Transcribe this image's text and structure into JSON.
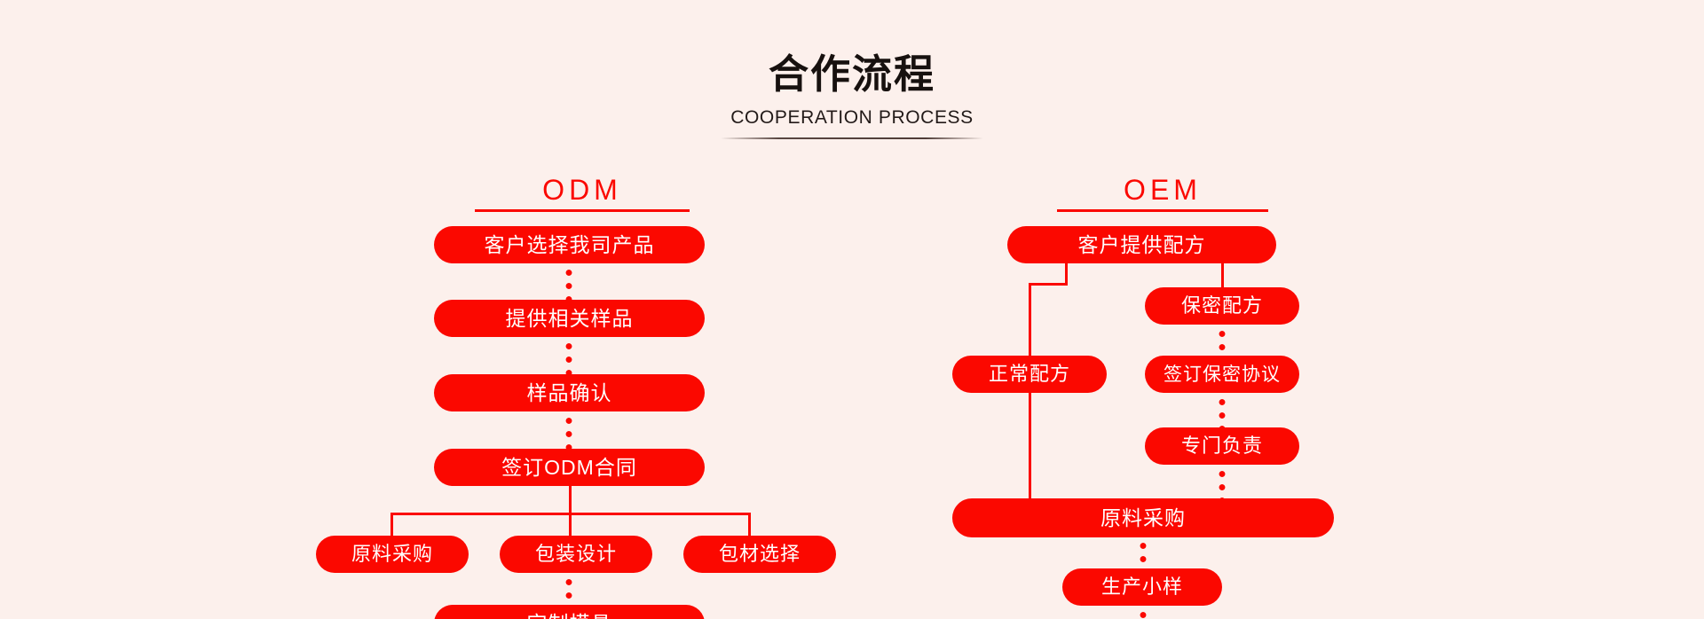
{
  "header": {
    "title": "合作流程",
    "subtitle": "COOPERATION PROCESS"
  },
  "colors": {
    "background": "#fcf0ec",
    "accent": "#fb0800",
    "pill_text": "#ffffff",
    "title_text": "#17110f"
  },
  "columns": {
    "odm": {
      "title": "ODM",
      "steps": {
        "s1": "客户选择我司产品",
        "s2": "提供相关样品",
        "s3": "样品确认",
        "s4": "签订ODM合同",
        "b1": "原料采购",
        "b2": "包装设计",
        "b3": "包材选择",
        "s5": "定制模具"
      }
    },
    "oem": {
      "title": "OEM",
      "steps": {
        "s1": "客户提供配方",
        "s2": "保密配方",
        "s3": "正常配方",
        "s4": "签订保密协议",
        "s5": "专门负责",
        "s6": "原料采购",
        "s7": "生产小样"
      }
    }
  }
}
